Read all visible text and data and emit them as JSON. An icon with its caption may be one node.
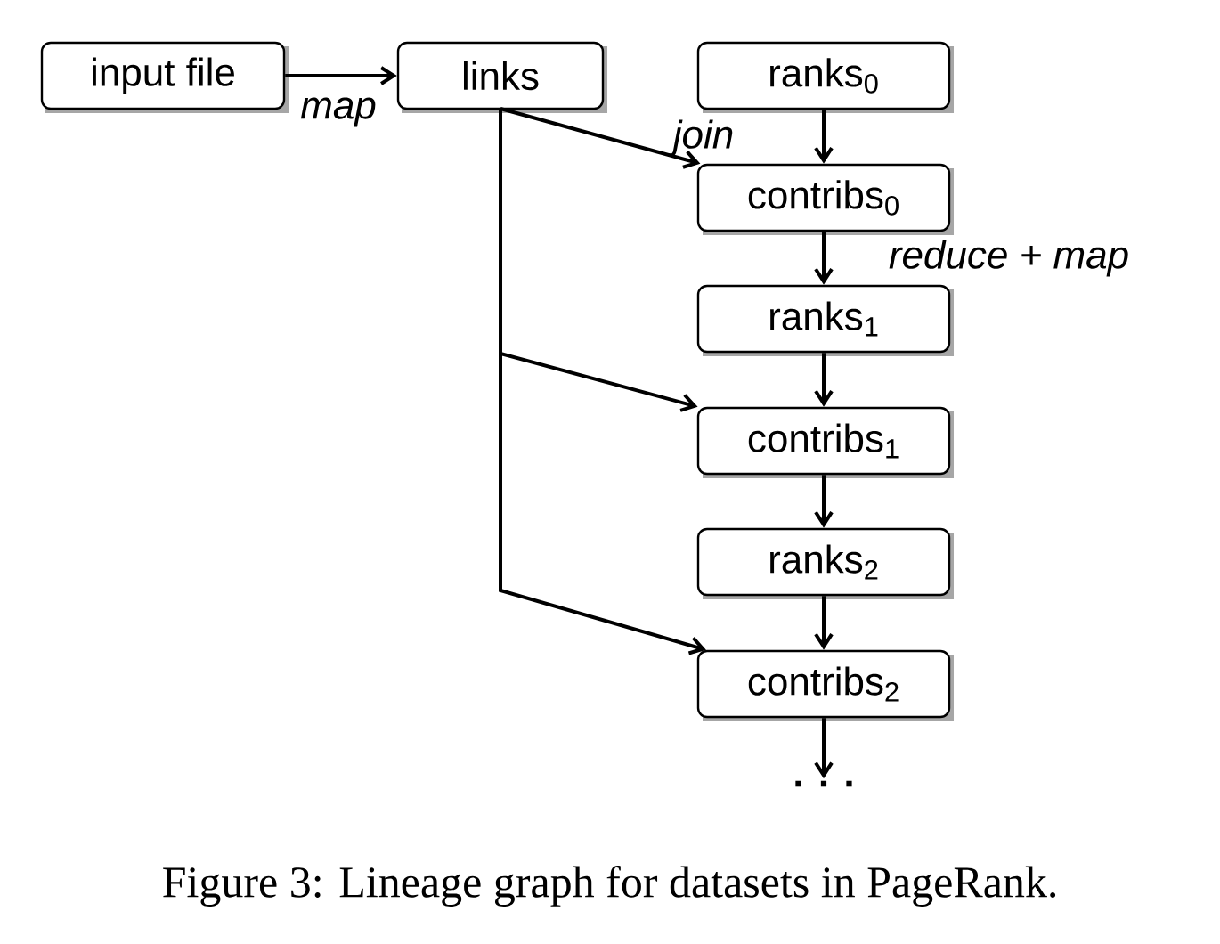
{
  "diagram": {
    "caption": "Figure 3: Lineage graph for datasets in PageRank.",
    "nodes": [
      {
        "text": [
          "input file"
        ]
      },
      {
        "text": [
          "links"
        ]
      },
      {
        "text": [
          "ranks$_{0}$"
        ]
      },
      {
        "text": [
          "contribs$_{0}$"
        ]
      },
      {
        "text": [
          "ranks$_{1}$"
        ]
      },
      {
        "text": [
          "contribs$_{1}$"
        ]
      },
      {
        "text": [
          "ranks$_{2}$"
        ]
      },
      {
        "text": [
          "contribs$_{2}$"
        ]
      },
      {
        "text": [
          ". . ."
        ]
      }
    ],
    "edges": [
      {
        "from": 0,
        "to": 1,
        "arrow": "to",
        "label": "map"
      },
      {
        "from": 1,
        "to": 3,
        "arrow": "to",
        "label": "join"
      },
      {
        "from": 1,
        "to": 5,
        "arrow": "to"
      },
      {
        "from": 1,
        "to": 7,
        "arrow": "to"
      },
      {
        "from": 2,
        "to": 3,
        "arrow": "to"
      },
      {
        "from": 3,
        "to": 4,
        "arrow": "to",
        "label": "reduce + map"
      },
      {
        "from": 4,
        "to": 5,
        "arrow": "to"
      },
      {
        "from": 5,
        "to": 6,
        "arrow": "to"
      },
      {
        "from": 6,
        "to": 7,
        "arrow": "to"
      },
      {
        "from": 7,
        "to": 8,
        "arrow": "to"
      }
    ]
  }
}
